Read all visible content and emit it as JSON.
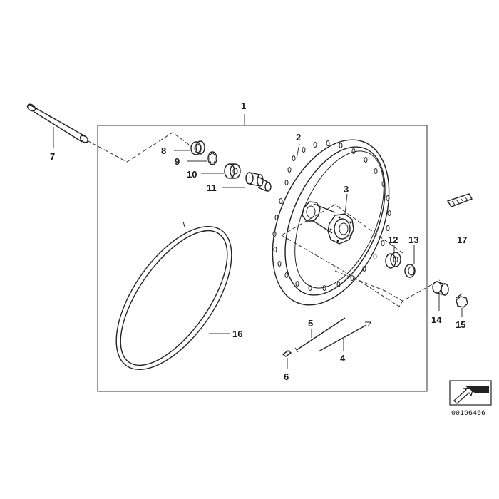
{
  "diagram": {
    "callouts": {
      "c1": "1",
      "c2": "2",
      "c3": "3",
      "c4": "4",
      "c5": "5",
      "c6": "6",
      "c7": "7",
      "c8": "8",
      "c9": "9",
      "c10": "10",
      "c11": "11",
      "c12": "12",
      "c13": "13",
      "c14": "14",
      "c15": "15",
      "c16": "16",
      "c17": "17"
    },
    "drawing_number": "00196466",
    "colors": {
      "line": "#222222",
      "background": "#ffffff"
    },
    "icons": [
      "arrow-stamp-icon"
    ]
  }
}
